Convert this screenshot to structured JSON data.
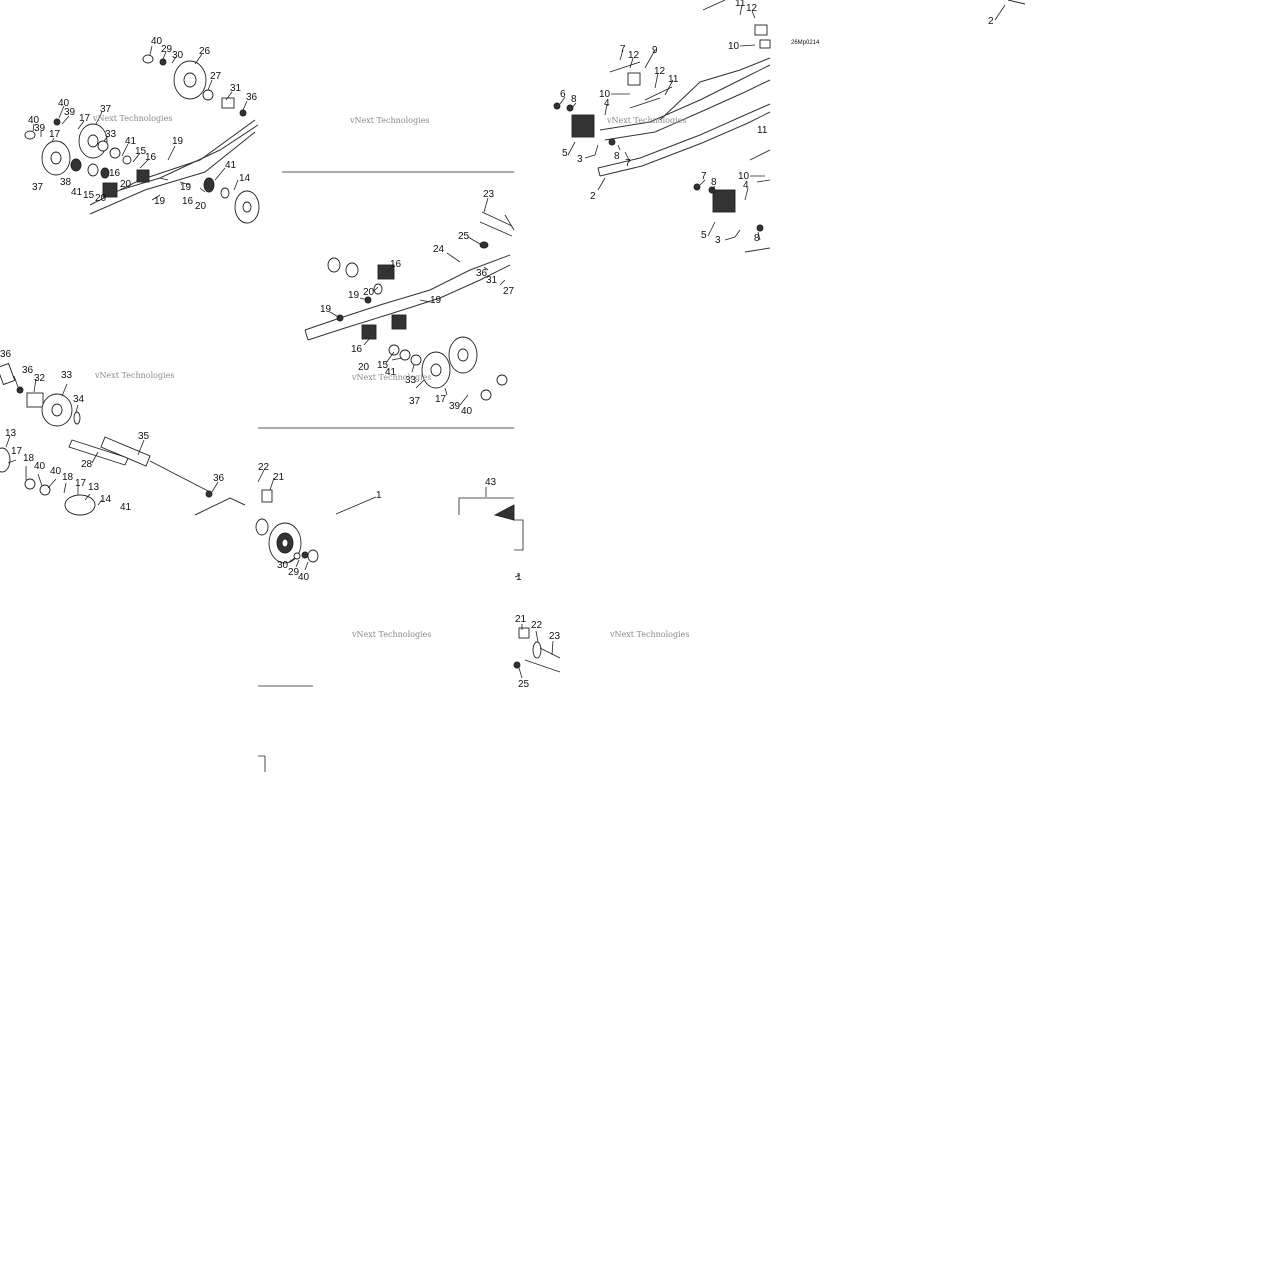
{
  "diagram_code": "26Mp0214",
  "watermark": "vNext Technologies",
  "tiles": {
    "tile1": {
      "callouts": [
        "40",
        "29",
        "30",
        "26",
        "27",
        "31",
        "36",
        "40",
        "39",
        "17",
        "37",
        "33",
        "40",
        "39",
        "17",
        "41",
        "15",
        "16",
        "19",
        "16",
        "20",
        "38",
        "41",
        "15",
        "20",
        "37",
        "19",
        "16",
        "20",
        "19",
        "41",
        "14"
      ]
    },
    "tile2": {
      "callouts": [
        "36",
        "32",
        "33",
        "34",
        "35",
        "13",
        "17",
        "18",
        "40",
        "28",
        "40",
        "18",
        "17",
        "13",
        "14",
        "41",
        "36"
      ]
    },
    "tile3": {
      "callouts": [
        "23",
        "25",
        "24",
        "16",
        "36",
        "31",
        "27",
        "20",
        "19",
        "19",
        "19",
        "16",
        "41",
        "15",
        "20",
        "33",
        "37",
        "17",
        "39",
        "40"
      ]
    },
    "tile4": {
      "callouts": [
        "22",
        "21",
        "1",
        "43",
        "30",
        "29",
        "40",
        "1",
        "21",
        "22",
        "23",
        "25"
      ]
    },
    "tile5": {
      "callouts": [
        "11",
        "12",
        "10",
        "7",
        "12",
        "9",
        "11",
        "12",
        "6",
        "8",
        "10",
        "4",
        "5",
        "3",
        "8",
        "7",
        "11",
        "2",
        "7",
        "8",
        "10",
        "4",
        "5",
        "3",
        "8",
        "2"
      ]
    }
  }
}
